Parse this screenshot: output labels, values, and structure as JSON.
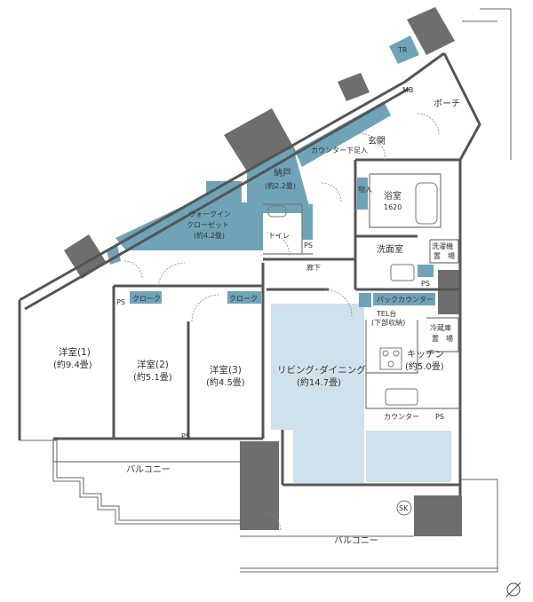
{
  "plan": {
    "colors": {
      "storage": "#6fa3b8",
      "living": "#cfe1ea",
      "column": "#6e6e6e",
      "wall": "#555555",
      "balcony_line": "#666666"
    },
    "rooms": {
      "porch": "ポーチ",
      "entrance": "玄関",
      "corridor": "廊下",
      "toilet": "トイレ",
      "bath": "浴室",
      "bath_size": "1620",
      "washroom": "洗面室",
      "washer_space": "洗濯機",
      "washer_space_2": "置　場",
      "walkin_closet": "ウォークイン",
      "walkin_closet_2": "クローゼット",
      "walkin_closet_size": "(約4.2畳)",
      "storage_room": "納戸",
      "storage_room_size": "(約2.2畳)",
      "room1": "洋室(1)",
      "room1_size": "(約9.4畳)",
      "room2": "洋室(2)",
      "room2_size": "(約5.1畳)",
      "room3": "洋室(3)",
      "room3_size": "(約4.5畳)",
      "living": "リビング･ダイニング",
      "living_size": "(約14.7畳)",
      "kitchen": "キッチン",
      "kitchen_size": "(約5.0畳)",
      "fridge": "冷蔵庫",
      "fridge_2": "置　場",
      "balcony_west": "バルコニー",
      "balcony_south": "バルコニー"
    },
    "tags": {
      "tr": "TR",
      "mb": "MB",
      "counter_under": "カウンター下足入",
      "monoire": "物入",
      "ps": "PS",
      "closet": "クローク",
      "back_counter": "バックカウンター",
      "tel": "TEL台",
      "tel_sub": "(下部収納)",
      "counter": "カウンター",
      "sk": "SK"
    }
  }
}
